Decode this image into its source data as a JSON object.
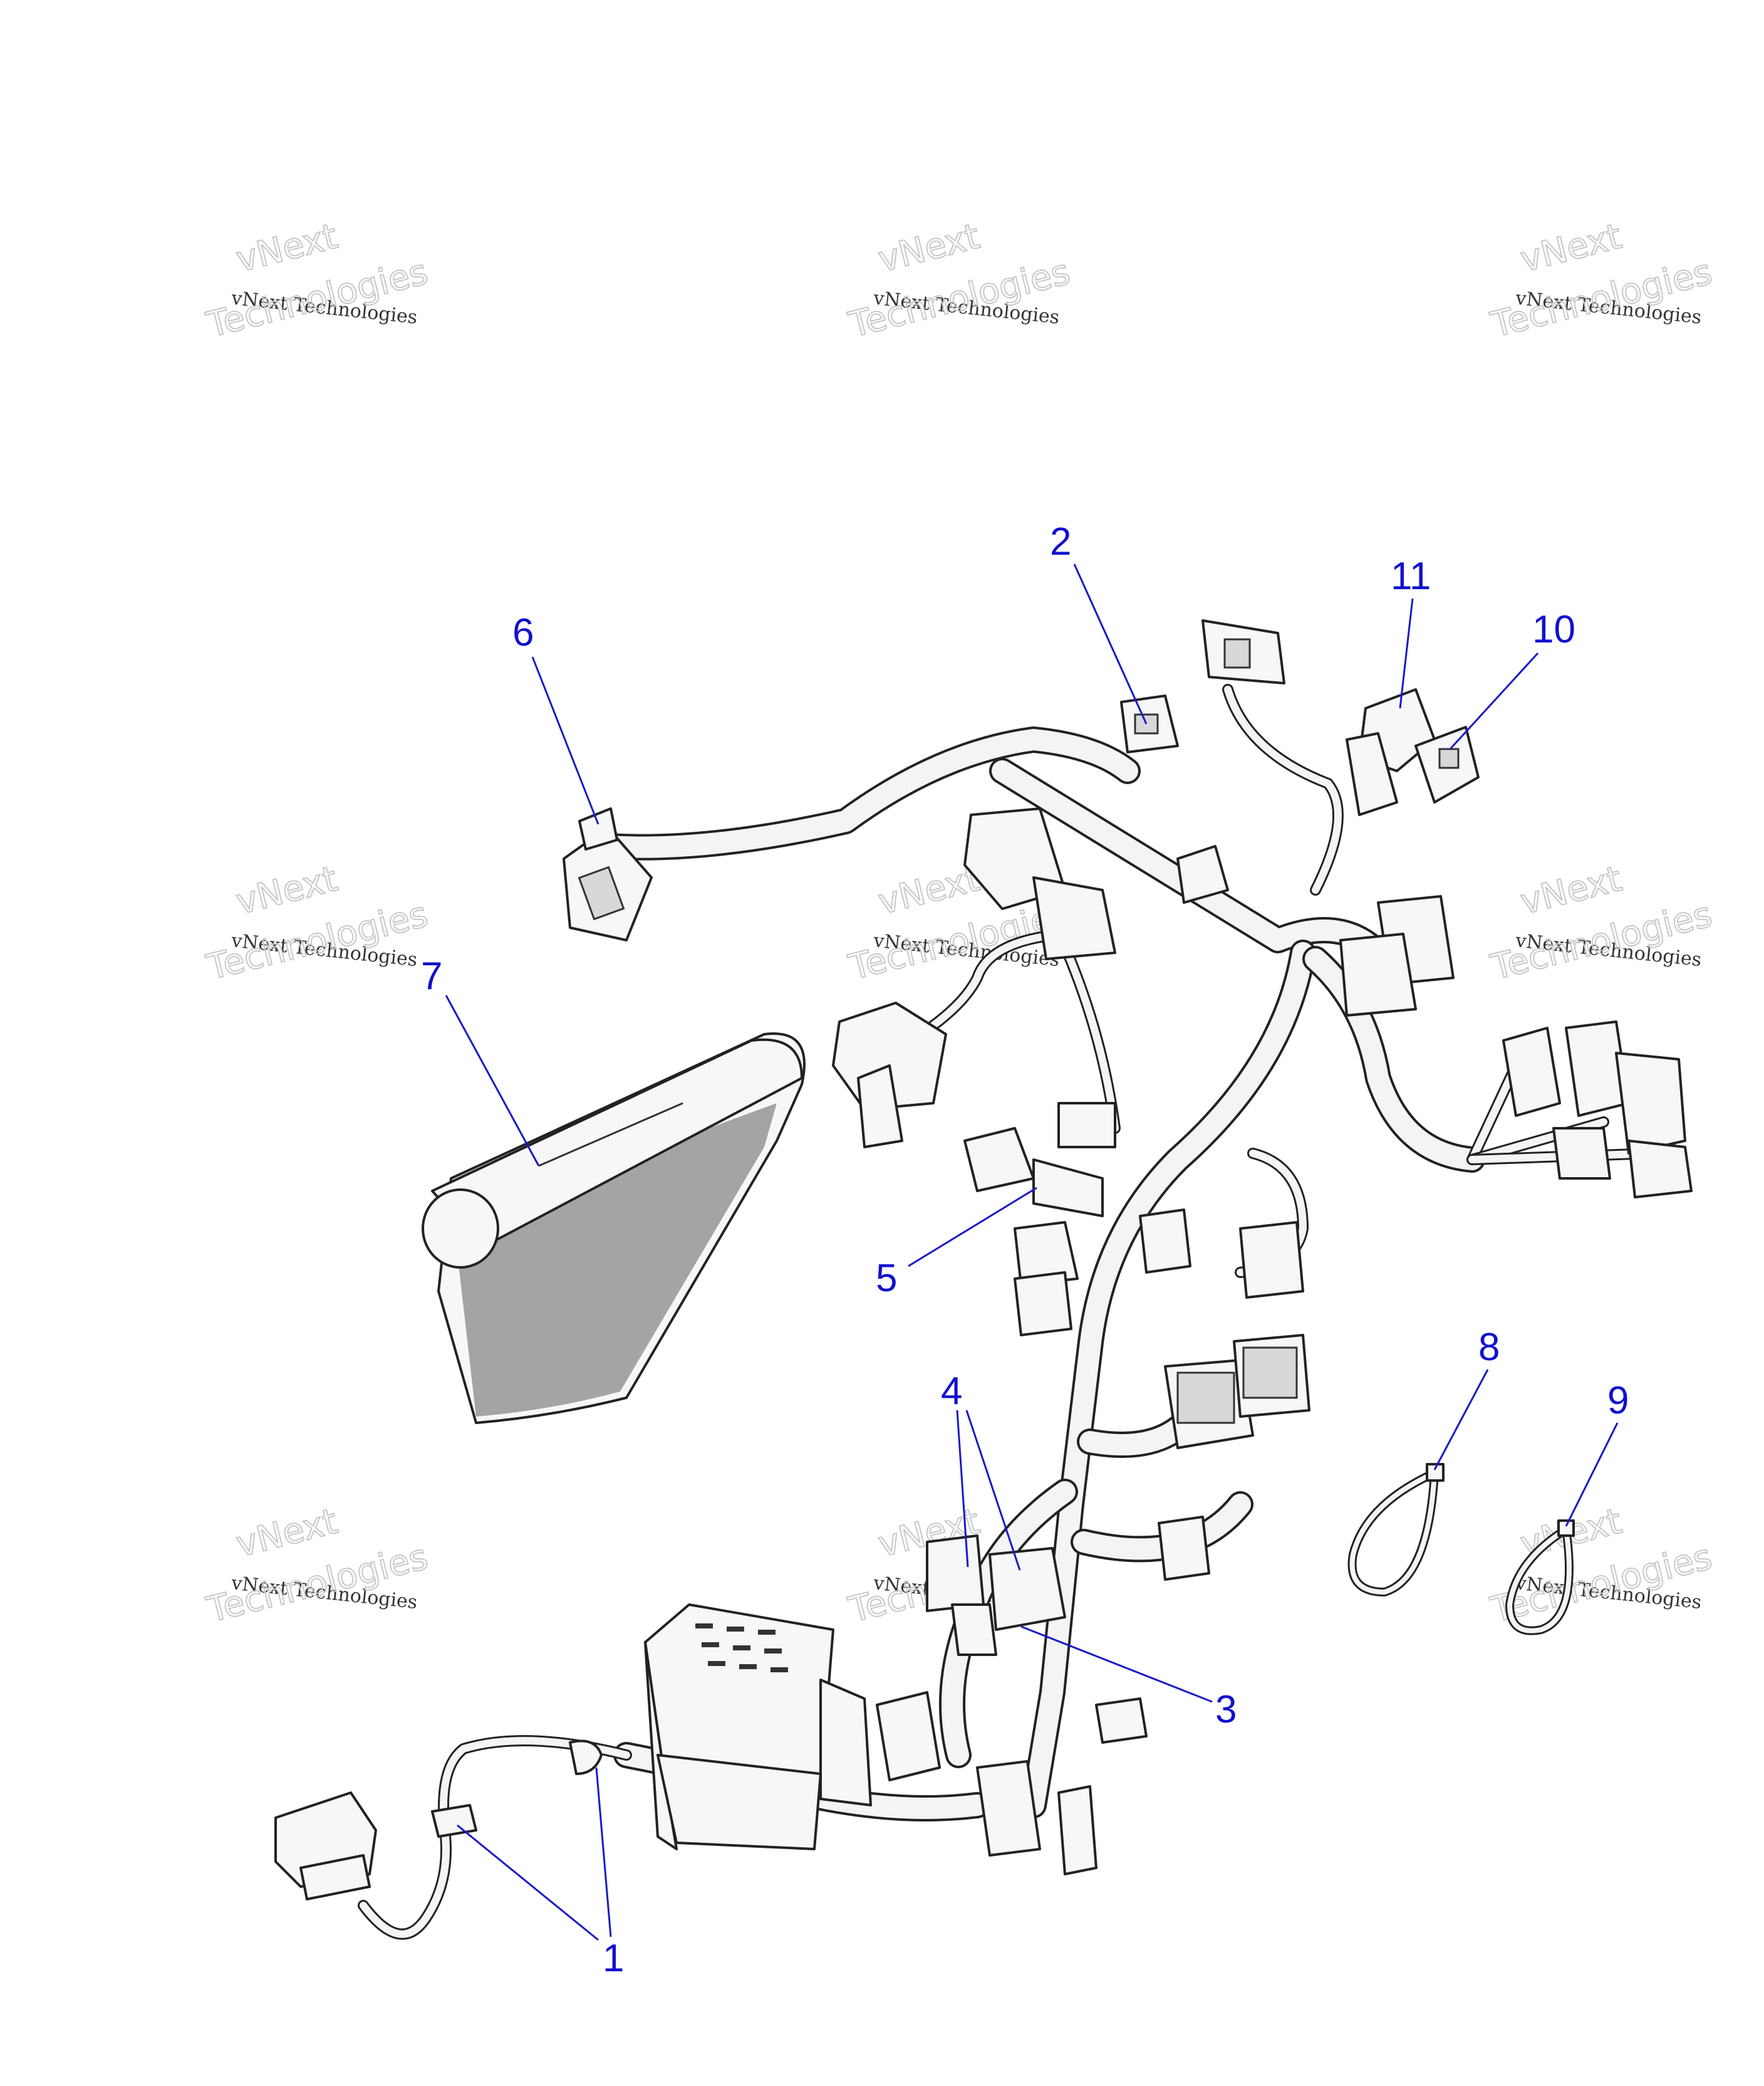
{
  "watermark": {
    "line1": "vNext",
    "line2": "vNext Technologies",
    "line3": "Technologies"
  },
  "callouts": [
    {
      "id": "1",
      "label": "1"
    },
    {
      "id": "2",
      "label": "2"
    },
    {
      "id": "3",
      "label": "3"
    },
    {
      "id": "4",
      "label": "4"
    },
    {
      "id": "5",
      "label": "5"
    },
    {
      "id": "6",
      "label": "6"
    },
    {
      "id": "7",
      "label": "7"
    },
    {
      "id": "8",
      "label": "8"
    },
    {
      "id": "9",
      "label": "9"
    },
    {
      "id": "10",
      "label": "10"
    },
    {
      "id": "11",
      "label": "11"
    }
  ],
  "colors": {
    "callout": "#1010d0",
    "line": "#222222"
  }
}
